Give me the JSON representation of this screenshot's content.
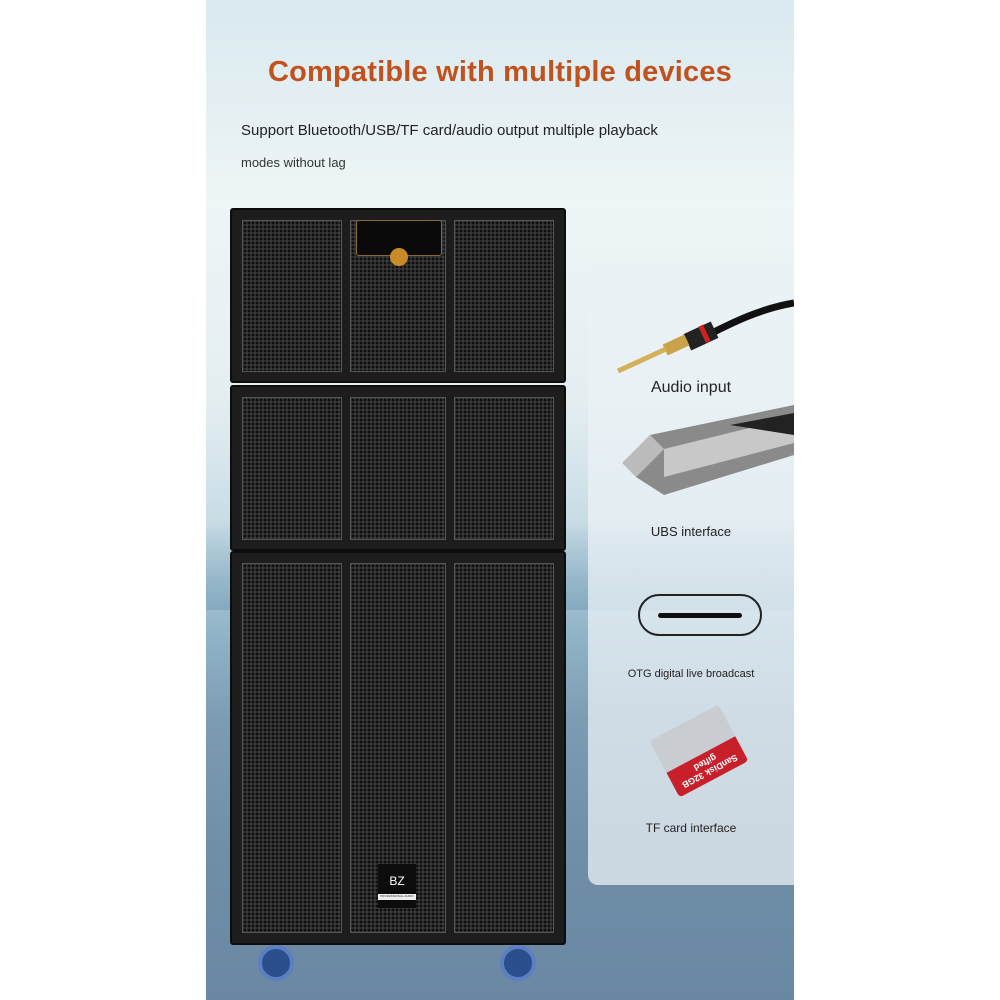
{
  "heading": {
    "title": "Compatible with multiple devices",
    "subtitle_line1": "Support Bluetooth/USB/TF card/audio output multiple playback",
    "subtitle_line2": "modes without lag"
  },
  "speaker": {
    "brand": "BZ",
    "brand_sub": "PROFESSIONAL AUDIO"
  },
  "interfaces": [
    {
      "label": "Audio input",
      "icon": "audio-jack-icon"
    },
    {
      "label": "UBS interface",
      "icon": "usb-drive-icon"
    },
    {
      "label": "OTG digital live broadcast",
      "icon": "usb-c-port-icon"
    },
    {
      "label": "TF card interface",
      "icon": "sd-card-icon",
      "card_text": "SanDisk 32GB gifted"
    }
  ],
  "colors": {
    "title": "#c2521d"
  }
}
